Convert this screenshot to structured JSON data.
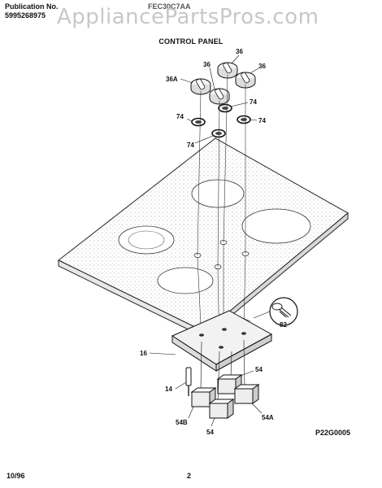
{
  "header": {
    "publication_label": "Publication No.",
    "publication_number": "5995268975",
    "model_number": "FEC30C7AA",
    "section_title": "CONTROL PANEL"
  },
  "watermark": "AppliancePartsPros.com",
  "callouts": {
    "knob": "36",
    "knob_alt": "36A",
    "bezel": "74",
    "screw": "82",
    "control_panel": "16",
    "switch": "54",
    "switch_a": "54A",
    "switch_b": "54B",
    "harness_connector": "14"
  },
  "diagram_code": "P22G0005",
  "footer": {
    "date": "10/96",
    "page": "2"
  }
}
